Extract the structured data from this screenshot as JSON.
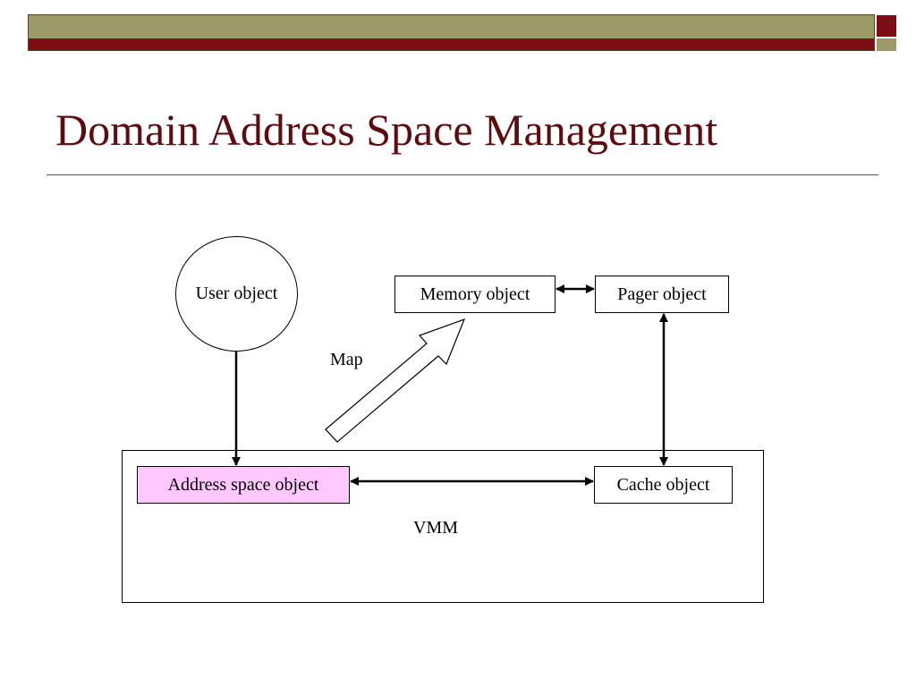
{
  "slide": {
    "title": "Domain Address Space Management",
    "accent_colors": {
      "olive": "#9c9a68",
      "maroon": "#7b0e12",
      "title": "#5e0c0f",
      "address_space_fill": "#ffc8ff"
    }
  },
  "diagram": {
    "nodes": {
      "user_object": "User object",
      "memory_object": "Memory object",
      "pager_object": "Pager object",
      "address_space_object": "Address space object",
      "cache_object": "Cache object"
    },
    "labels": {
      "map": "Map",
      "vmm": "VMM"
    },
    "edges": [
      {
        "from": "user_object",
        "to": "address_space_object",
        "direction": "forward"
      },
      {
        "from": "memory_object",
        "to": "pager_object",
        "direction": "both"
      },
      {
        "from": "pager_object",
        "to": "cache_object",
        "direction": "both"
      },
      {
        "from": "address_space_object",
        "to": "cache_object",
        "direction": "both"
      },
      {
        "from": "vmm",
        "to": "memory_object",
        "direction": "forward",
        "style": "hollow-block",
        "label": "map"
      }
    ]
  }
}
